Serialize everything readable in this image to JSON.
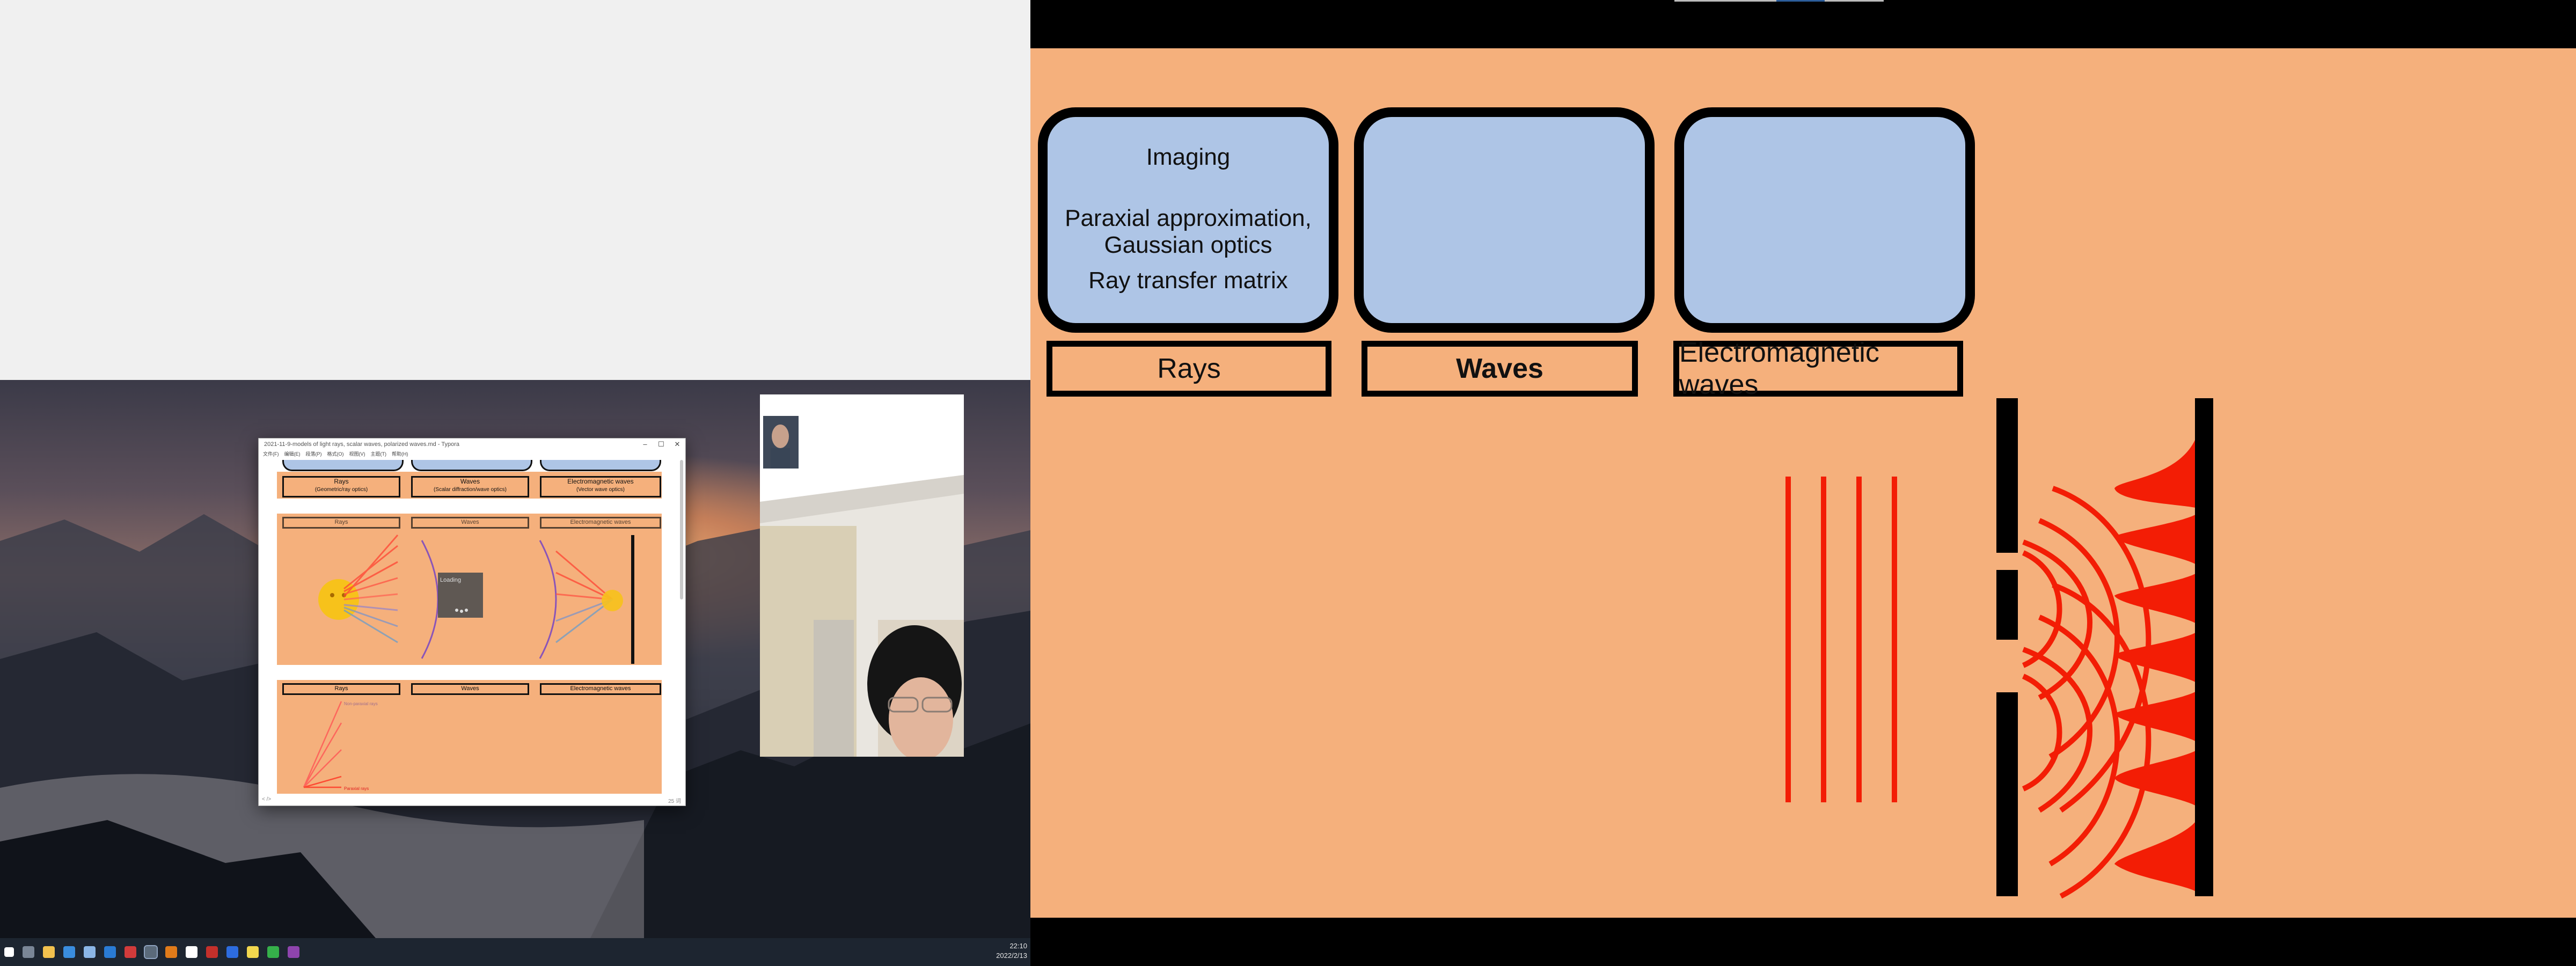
{
  "typora": {
    "title": "2021-11-9-models of light rays, scalar waves, polarized waves.md - Typora",
    "menu": [
      "文件(F)",
      "编辑(E)",
      "段落(P)",
      "格式(O)",
      "视图(V)",
      "主题(T)",
      "帮助(H)"
    ],
    "row1_labels": [
      {
        "line1": "Rays",
        "line2": "(Geometric/ray optics)"
      },
      {
        "line1": "Waves",
        "line2": "(Scalar diffraction/wave optics)"
      },
      {
        "line1": "Electromagnetic waves",
        "line2": "(Vector wave optics)"
      }
    ],
    "row2_labels": [
      "Rays",
      "Waves",
      "Electromagnetic waves"
    ],
    "row3_labels": [
      "Rays",
      "Waves",
      "Electromagnetic waves"
    ],
    "loading_text": "Loading",
    "row3_annotations": [
      "Non-paraxial rays",
      "Paraxial rays"
    ],
    "status_left": "< />",
    "status_right": "25 词"
  },
  "taskbar": {
    "time": "22:10",
    "date": "2022/2/13"
  },
  "slide": {
    "cards": [
      {
        "lines": [
          "Imaging",
          "Paraxial approximation, Gaussian optics",
          "Ray transfer matrix"
        ]
      },
      {
        "lines": []
      },
      {
        "lines": []
      }
    ],
    "labels": [
      "Rays",
      "Waves",
      "Electromagnetic waves"
    ],
    "colors": {
      "background": "#f5b07c",
      "card": "#aec5e6",
      "wave": "#f31d05",
      "outline": "#000000"
    }
  }
}
